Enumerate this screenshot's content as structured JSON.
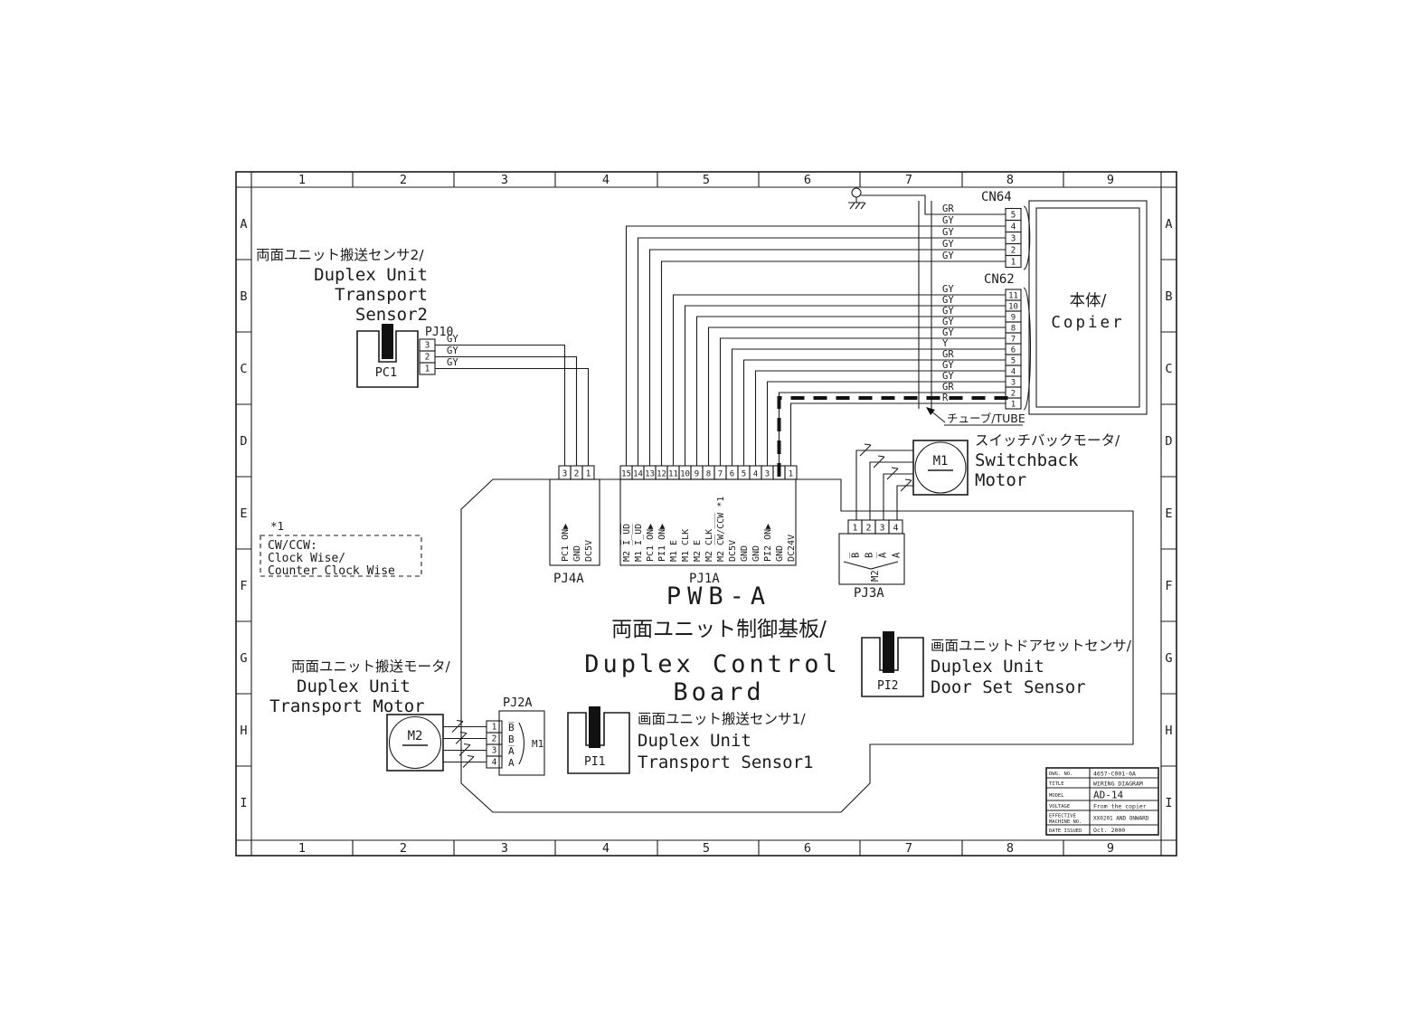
{
  "grid": {
    "cols": [
      "1",
      "2",
      "3",
      "4",
      "5",
      "6",
      "7",
      "8",
      "9"
    ],
    "rows": [
      "A",
      "B",
      "C",
      "D",
      "E",
      "F",
      "G",
      "H",
      "I"
    ]
  },
  "board": {
    "name": "PWB-A",
    "title_jp": "両面ユニット制御基板/",
    "title_en_1": "Duplex Control",
    "title_en_2": "Board"
  },
  "note": {
    "ref": "*1",
    "line1": "CW/CCW:",
    "line2": "Clock Wise/",
    "line3": "Counter Clock Wise"
  },
  "copier": {
    "jp": "本体/",
    "en": "Copier"
  },
  "tube": {
    "label": "チューブ/TUBE"
  },
  "cn64": {
    "label": "CN64",
    "pins": [
      {
        "n": "5",
        "wire": "GR"
      },
      {
        "n": "4",
        "wire": "GY"
      },
      {
        "n": "3",
        "wire": "GY"
      },
      {
        "n": "2",
        "wire": "GY"
      },
      {
        "n": "1",
        "wire": "GY"
      }
    ]
  },
  "cn62": {
    "label": "CN62",
    "pins": [
      {
        "n": "11",
        "wire": "GY"
      },
      {
        "n": "10",
        "wire": "GY"
      },
      {
        "n": "9",
        "wire": "GY"
      },
      {
        "n": "8",
        "wire": "GY"
      },
      {
        "n": "7",
        "wire": "GY"
      },
      {
        "n": "6",
        "wire": "Y"
      },
      {
        "n": "5",
        "wire": "GR"
      },
      {
        "n": "4",
        "wire": "GY"
      },
      {
        "n": "3",
        "wire": "GY"
      },
      {
        "n": "2",
        "wire": "GR"
      },
      {
        "n": "1",
        "wire": "R"
      }
    ]
  },
  "pj10": {
    "label": "PJ10",
    "pins": [
      {
        "n": "3",
        "wire": "GY"
      },
      {
        "n": "2",
        "wire": "GY"
      },
      {
        "n": "1",
        "wire": "GY"
      }
    ]
  },
  "pj4a": {
    "label": "PJ4A",
    "pins": [
      {
        "n": "3",
        "signal": "PC1 ON▶"
      },
      {
        "n": "2",
        "signal": "GND"
      },
      {
        "n": "1",
        "signal": "DC5V"
      }
    ]
  },
  "pj1a": {
    "label": "PJ1A",
    "pins": [
      {
        "n": "15",
        "signal": "M2 I̅_U̅D̅"
      },
      {
        "n": "14",
        "signal": "M1 I̅_U̅D̅"
      },
      {
        "n": "13",
        "signal": "PC1 ON▶"
      },
      {
        "n": "12",
        "signal": "PI1 ON▶"
      },
      {
        "n": "11",
        "signal": "M1 E"
      },
      {
        "n": "10",
        "signal": "M1 CLK"
      },
      {
        "n": "9",
        "signal": "M2 E"
      },
      {
        "n": "8",
        "signal": "M2 CLK"
      },
      {
        "n": "7",
        "signal": "M2 C̅W̅/C̅C̅W̅ *1"
      },
      {
        "n": "6",
        "signal": "DC5V"
      },
      {
        "n": "5",
        "signal": "GND"
      },
      {
        "n": "4",
        "signal": "GND"
      },
      {
        "n": "3",
        "signal": "PI2 ON▶"
      },
      {
        "n": "2",
        "signal": "GND"
      },
      {
        "n": "1",
        "signal": "DC24V"
      }
    ]
  },
  "pj2a": {
    "label": "PJ2A",
    "motor_ref": "M1",
    "pins": [
      {
        "n": "1",
        "phase": "B̅"
      },
      {
        "n": "2",
        "phase": "B"
      },
      {
        "n": "3",
        "phase": "A̅"
      },
      {
        "n": "4",
        "phase": "A"
      }
    ]
  },
  "pj3a": {
    "label": "PJ3A",
    "motor_ref": "M2",
    "pins": [
      {
        "n": "1",
        "phase": "B̅"
      },
      {
        "n": "2",
        "phase": "B"
      },
      {
        "n": "3",
        "phase": "A̅"
      },
      {
        "n": "4",
        "phase": "A"
      }
    ]
  },
  "pc1": {
    "id": "PC1",
    "jp": "両面ユニット搬送センサ2/",
    "en1": "Duplex Unit",
    "en2": "Transport",
    "en3": "Sensor2"
  },
  "pi1": {
    "id": "PI1",
    "jp": "画面ユニット搬送センサ1/",
    "en1": "Duplex Unit",
    "en2": "Transport Sensor1"
  },
  "pi2": {
    "id": "PI2",
    "jp": "画面ユニットドアセットセンサ/",
    "en1": "Duplex Unit",
    "en2": "Door Set Sensor"
  },
  "m1": {
    "id": "M1",
    "jp": "スイッチバックモータ/",
    "en1": "Switchback",
    "en2": "Motor"
  },
  "m2": {
    "id": "M2",
    "jp": "両面ユニット搬送モータ/",
    "en1": "Duplex Unit",
    "en2": "Transport Motor"
  },
  "title_block": {
    "dwg_no_label": "DWG. NO.",
    "dwg_no": "4657-C001-0A",
    "title_label": "TITLE",
    "title": "WIRING DIAGRAM",
    "model_label": "MODEL",
    "model": "AD-14",
    "voltage_label": "VOLTAGE",
    "voltage": "From the copier",
    "effective_label_1": "EFFECTIVE",
    "effective_label_2": "MACHINE NO.",
    "effective": "XX0201 AND ONWARD",
    "date_label": "DATE ISSUED",
    "date": "Oct. 2000"
  }
}
